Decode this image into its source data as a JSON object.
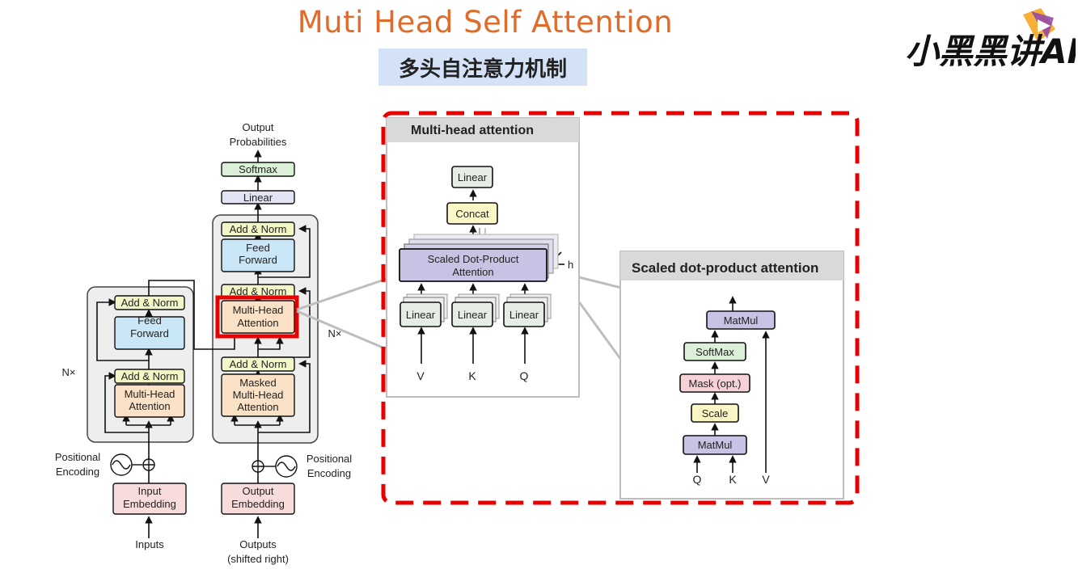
{
  "title": "Muti Head Self Attention",
  "subtitle": "多头自注意力机制",
  "logo": {
    "text": "小黑黑讲AI",
    "icon": "play-logo-icon"
  },
  "transformer": {
    "output_probabilities": [
      "Output",
      "Probabilities"
    ],
    "softmax": "Softmax",
    "linear": "Linear",
    "add_norm": "Add & Norm",
    "feed_forward": [
      "Feed",
      "Forward"
    ],
    "multi_head_attention": [
      "Multi-Head",
      "Attention"
    ],
    "masked_multi_head_attention": [
      "Masked",
      "Multi-Head",
      "Attention"
    ],
    "nx": "N×",
    "positional_encoding": [
      "Positional",
      "Encoding"
    ],
    "input_embedding": [
      "Input",
      "Embedding"
    ],
    "output_embedding": [
      "Output",
      "Embedding"
    ],
    "inputs": "Inputs",
    "outputs": [
      "Outputs",
      "(shifted right)"
    ]
  },
  "multi_head": {
    "header": "Multi-head attention",
    "linear": "Linear",
    "concat": "Concat",
    "sdpa": [
      "Scaled Dot-Product",
      "Attention"
    ],
    "h": "h",
    "inputs": [
      "V",
      "K",
      "Q"
    ]
  },
  "scaled_dot": {
    "header": "Scaled dot-product attention",
    "matmul": "MatMul",
    "softmax": "SoftMax",
    "mask": "Mask (opt.)",
    "scale": "Scale",
    "inputs": [
      "Q",
      "K",
      "V"
    ]
  },
  "colors": {
    "title": "#e06b2a",
    "subtitle_bg": "#d4e2f7",
    "highlight": "#e60000",
    "add_norm": "#f3f6c6",
    "feed_forward": "#c9e6f6",
    "attention": "#fbe2c6",
    "embedding": "#f8dcdc",
    "linear": "#e2e3f3",
    "softmax": "#dcefd9",
    "sdpa": "#c9c2e4",
    "concat": "#fbf6c6"
  }
}
